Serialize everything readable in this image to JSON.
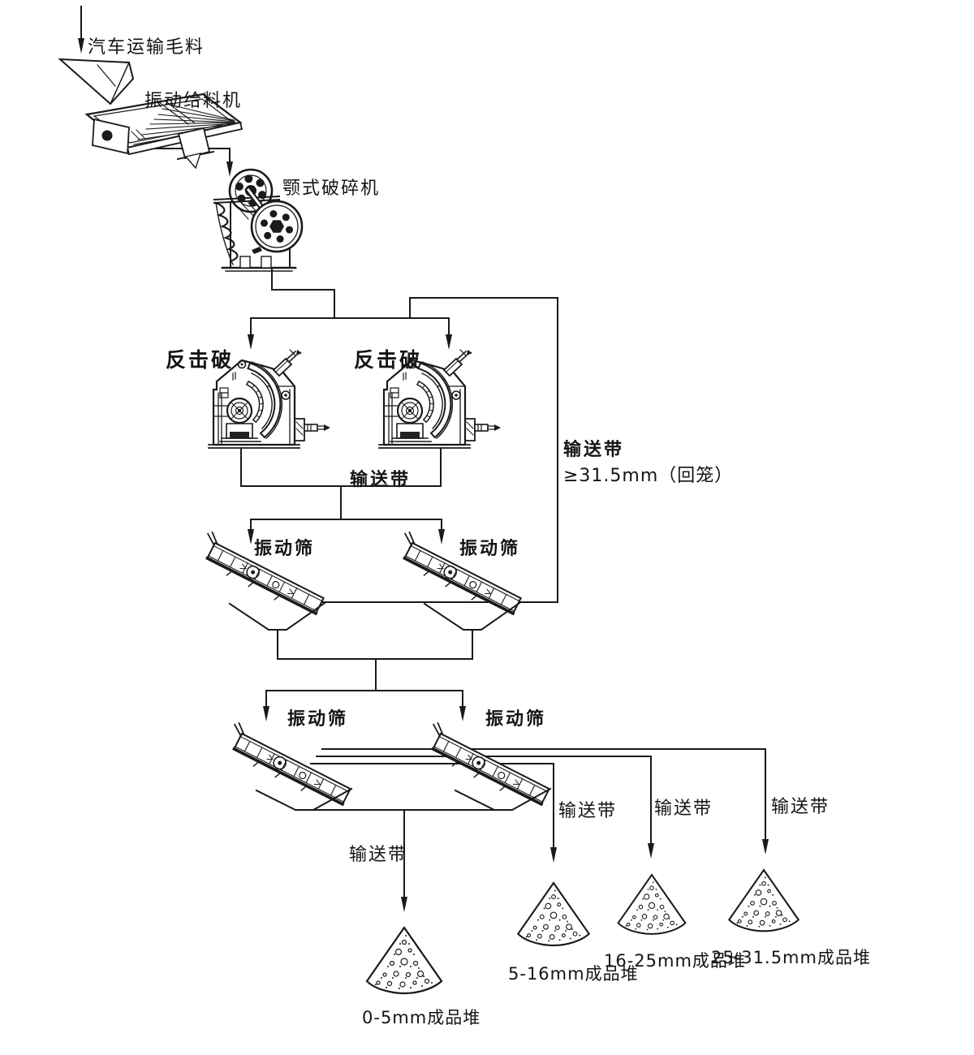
{
  "labels": {
    "source": "汽车运输毛料",
    "feeder": "振动给料机",
    "jaw_crusher": "颚式破碎机",
    "impact_crusher": "反击破",
    "conveyor": "输送带",
    "return_spec": "≥31.5mm（回笼）",
    "screen": "振动筛",
    "piles": {
      "p0_5": "0-5mm成品堆",
      "p5_16": "5-16mm成品堆",
      "p16_25": "16-25mm成品堆",
      "p25_315": "25-31.5mm成品堆"
    }
  },
  "colors": {
    "line": "#1a1a1a",
    "background": "#ffffff"
  }
}
